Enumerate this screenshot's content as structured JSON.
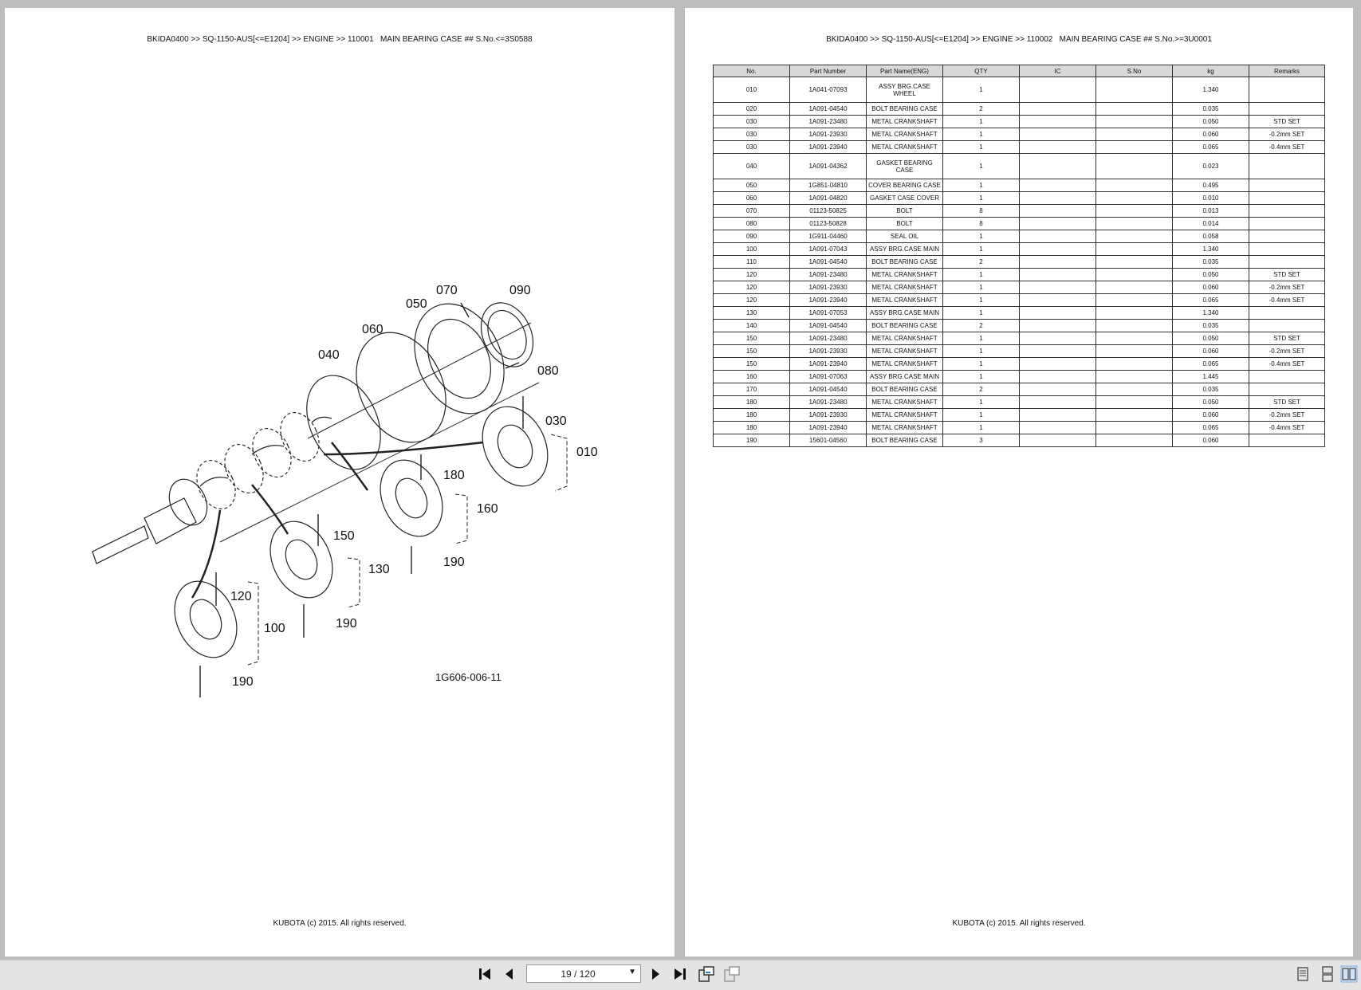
{
  "left_page": {
    "header": "BKIDA0400 >> SQ-1150-AUS[<=E1204] >> ENGINE >> 110001   MAIN BEARING CASE ## S.No.<=3S0588",
    "footer": "KUBOTA (c) 2015. All rights reserved.",
    "diagram": {
      "code": "1G606-006-11",
      "callouts": [
        "070",
        "090",
        "050",
        "060",
        "040",
        "080",
        "030",
        "010",
        "180",
        "160",
        "150",
        "130",
        "190",
        "120",
        "100",
        "190",
        "190"
      ]
    }
  },
  "right_page": {
    "header": "BKIDA0400 >> SQ-1150-AUS[<=E1204] >> ENGINE >> 110002   MAIN BEARING CASE ## S.No.>=3U0001",
    "footer": "KUBOTA (c) 2015. All rights reserved.",
    "table": {
      "columns": [
        "No.",
        "Part Number",
        "Part Name(ENG)",
        "QTY",
        "IC",
        "S.No",
        "kg",
        "Remarks"
      ],
      "rows": [
        [
          "010",
          "1A041-07093",
          "ASSY BRG.CASE WHEEL",
          "1",
          "",
          "",
          "1.340",
          ""
        ],
        [
          "020",
          "1A091-04540",
          "BOLT BEARING CASE",
          "2",
          "",
          "",
          "0.035",
          ""
        ],
        [
          "030",
          "1A091-23480",
          "METAL CRANKSHAFT",
          "1",
          "",
          "",
          "0.050",
          "STD SET"
        ],
        [
          "030",
          "1A091-23930",
          "METAL CRANKSHAFT",
          "1",
          "",
          "",
          "0.060",
          "-0.2mm SET"
        ],
        [
          "030",
          "1A091-23940",
          "METAL CRANKSHAFT",
          "1",
          "",
          "",
          "0.065",
          "-0.4mm SET"
        ],
        [
          "040",
          "1A091-04362",
          "GASKET BEARING CASE",
          "1",
          "",
          "",
          "0.023",
          ""
        ],
        [
          "050",
          "1G851-04810",
          "COVER BEARING CASE",
          "1",
          "",
          "",
          "0.495",
          ""
        ],
        [
          "060",
          "1A091-04820",
          "GASKET CASE COVER",
          "1",
          "",
          "",
          "0.010",
          ""
        ],
        [
          "070",
          "01123-50825",
          "BOLT",
          "8",
          "",
          "",
          "0.013",
          ""
        ],
        [
          "080",
          "01123-50828",
          "BOLT",
          "8",
          "",
          "",
          "0.014",
          ""
        ],
        [
          "090",
          "1G911-04460",
          "SEAL OIL",
          "1",
          "",
          "",
          "0.058",
          ""
        ],
        [
          "100",
          "1A091-07043",
          "ASSY BRG.CASE MAIN",
          "1",
          "",
          "",
          "1.340",
          ""
        ],
        [
          "110",
          "1A091-04540",
          "BOLT BEARING CASE",
          "2",
          "",
          "",
          "0.035",
          ""
        ],
        [
          "120",
          "1A091-23480",
          "METAL CRANKSHAFT",
          "1",
          "",
          "",
          "0.050",
          "STD SET"
        ],
        [
          "120",
          "1A091-23930",
          "METAL CRANKSHAFT",
          "1",
          "",
          "",
          "0.060",
          "-0.2mm SET"
        ],
        [
          "120",
          "1A091-23940",
          "METAL CRANKSHAFT",
          "1",
          "",
          "",
          "0.065",
          "-0.4mm SET"
        ],
        [
          "130",
          "1A091-07053",
          "ASSY BRG.CASE MAIN",
          "1",
          "",
          "",
          "1.340",
          ""
        ],
        [
          "140",
          "1A091-04540",
          "BOLT BEARING CASE",
          "2",
          "",
          "",
          "0.035",
          ""
        ],
        [
          "150",
          "1A091-23480",
          "METAL CRANKSHAFT",
          "1",
          "",
          "",
          "0.050",
          "STD SET"
        ],
        [
          "150",
          "1A091-23930",
          "METAL CRANKSHAFT",
          "1",
          "",
          "",
          "0.060",
          "-0.2mm SET"
        ],
        [
          "150",
          "1A091-23940",
          "METAL CRANKSHAFT",
          "1",
          "",
          "",
          "0.065",
          "-0.4mm SET"
        ],
        [
          "160",
          "1A091-07063",
          "ASSY BRG.CASE MAIN",
          "1",
          "",
          "",
          "1.445",
          ""
        ],
        [
          "170",
          "1A091-04540",
          "BOLT BEARING CASE",
          "2",
          "",
          "",
          "0.035",
          ""
        ],
        [
          "180",
          "1A091-23480",
          "METAL CRANKSHAFT",
          "1",
          "",
          "",
          "0.050",
          "STD SET"
        ],
        [
          "180",
          "1A091-23930",
          "METAL CRANKSHAFT",
          "1",
          "",
          "",
          "0.060",
          "-0.2mm SET"
        ],
        [
          "180",
          "1A091-23940",
          "METAL CRANKSHAFT",
          "1",
          "",
          "",
          "0.065",
          "-0.4mm SET"
        ],
        [
          "190",
          "15601-04560",
          "BOLT BEARING CASE",
          "3",
          "",
          "",
          "0.060",
          ""
        ]
      ]
    }
  },
  "toolbar": {
    "page_indicator": "19 / 120",
    "icons": [
      "first-page-icon",
      "prev-page-icon",
      "next-page-icon",
      "last-page-icon",
      "sync-view-icon",
      "compare-icon",
      "single-page-view-icon",
      "continuous-view-icon",
      "two-page-view-icon"
    ]
  }
}
